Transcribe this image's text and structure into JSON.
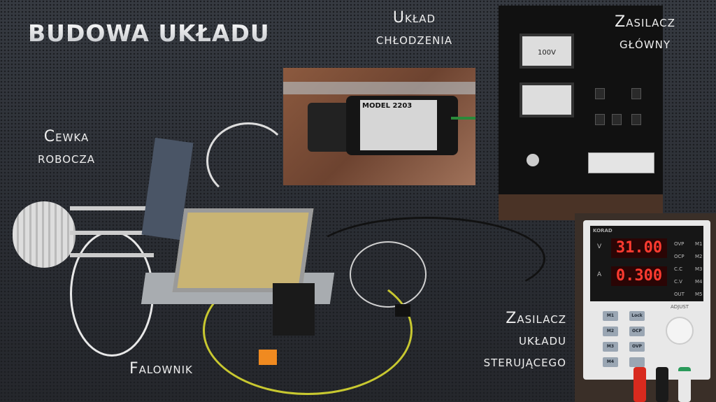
{
  "title": "BUDOWA UKŁADU",
  "labels": {
    "coil": [
      "Cewka",
      "robocza"
    ],
    "cooling": [
      "Układ",
      "chłodzenia"
    ],
    "main_psu": [
      "Zasilacz",
      "główny"
    ],
    "inverter": "Falownik",
    "control_psu": [
      "Zasilacz",
      "układu",
      "sterującego"
    ]
  },
  "photos": {
    "pump": {
      "model": "MODEL 2203"
    },
    "main_psu": {
      "meter_scale": "100V"
    },
    "control_psu": {
      "brand": "KORAD",
      "voltage": "31.00",
      "current": "0.300",
      "indicators": [
        "OVP",
        "OCP",
        "C.C",
        "C.V",
        "OUT"
      ],
      "memory": [
        "M1",
        "M2",
        "M3",
        "M4",
        "M5"
      ],
      "buttons": [
        "M1",
        "M2",
        "M3",
        "M4",
        "Lock",
        "OCP",
        "OVP"
      ],
      "adjust": "ADJUST",
      "v_label": "V",
      "a_label": "A"
    }
  }
}
